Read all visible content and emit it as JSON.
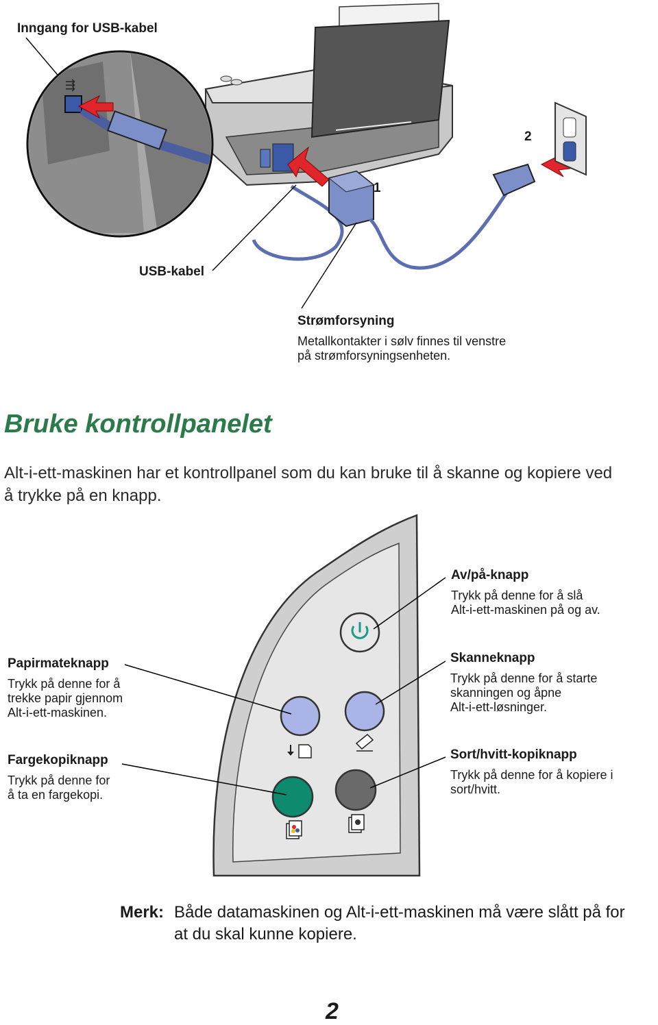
{
  "figure1": {
    "callout_usb_port": "Inngang for USB-kabel",
    "callout_step1": "1",
    "callout_step2": "2",
    "callout_usb_cable": "USB-kabel",
    "callout_power_title": "Strømforsyning",
    "callout_power_line1": "Metallkontakter i sølv finnes til venstre",
    "callout_power_line2": "på strømforsyningsenheten."
  },
  "section": {
    "title": "Bruke kontrollpanelet",
    "intro_line1": "Alt-i-ett-maskinen har et kontrollpanel som du kan bruke til å skanne og kopiere ved",
    "intro_line2": "å trykke på en knapp."
  },
  "panel": {
    "power": {
      "title": "Av/på-knapp",
      "line1": "Trykk på denne for å slå",
      "line2": "Alt-i-ett-maskinen på og av."
    },
    "paper_feed": {
      "title": "Papirmateknapp",
      "line1": "Trykk på denne for å",
      "line2": "trekke papir gjennom",
      "line3": "Alt-i-ett-maskinen."
    },
    "scan": {
      "title": "Skanneknapp",
      "line1": "Trykk på denne for å starte",
      "line2": "skanningen og åpne",
      "line3": "Alt-i-ett-løsninger."
    },
    "color_copy": {
      "title": "Fargekopiknapp",
      "line1": "Trykk på denne for",
      "line2": "å ta en fargekopi."
    },
    "bw_copy": {
      "title": "Sort/hvitt-kopiknapp",
      "line1": "Trykk på denne for å kopiere i",
      "line2": "sort/hvitt."
    },
    "colors": {
      "light_button": "#aab4e6",
      "color_copy_button": "#0e8a6e",
      "bw_button": "#6a6a6a",
      "power_icon": "#1a9a88"
    }
  },
  "note": {
    "label": "Merk:",
    "line1": "Både datamaskinen og Alt-i-ett-maskinen må være slått på for",
    "line2": "at du skal kunne kopiere."
  },
  "page_number": "2"
}
